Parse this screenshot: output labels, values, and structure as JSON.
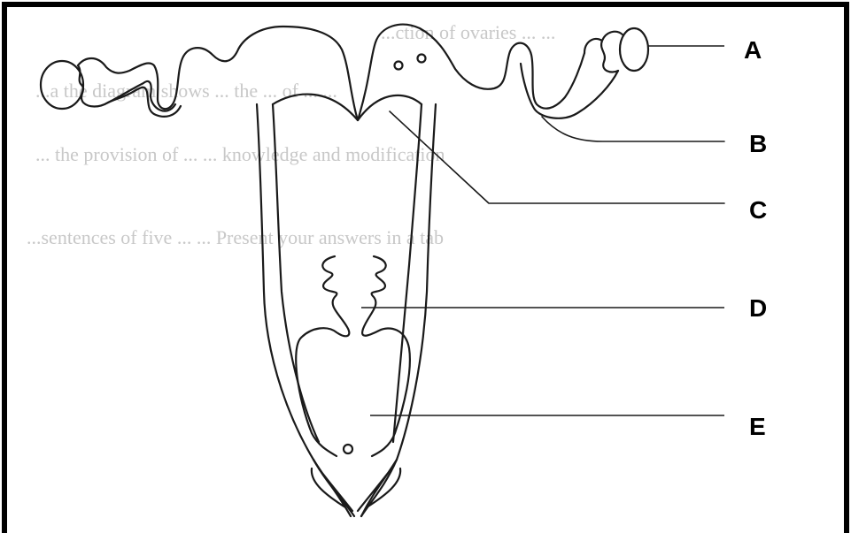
{
  "labels": [
    {
      "id": "A",
      "text": "A"
    },
    {
      "id": "B",
      "text": "B"
    },
    {
      "id": "C",
      "text": "C"
    },
    {
      "id": "D",
      "text": "D"
    },
    {
      "id": "E",
      "text": "E"
    }
  ],
  "ghost_text": {
    "line1": "...ction of ovaries ... ...",
    "line2": "...a the diagram shows ... the ... of ... ...",
    "line3": "... the provision of ... ... knowledge and modification",
    "line4": "...sentences of five ... ... Present your answers in a tab"
  },
  "colors": {
    "stroke": "#1a1a1a",
    "border": "#000000",
    "background": "#ffffff"
  }
}
